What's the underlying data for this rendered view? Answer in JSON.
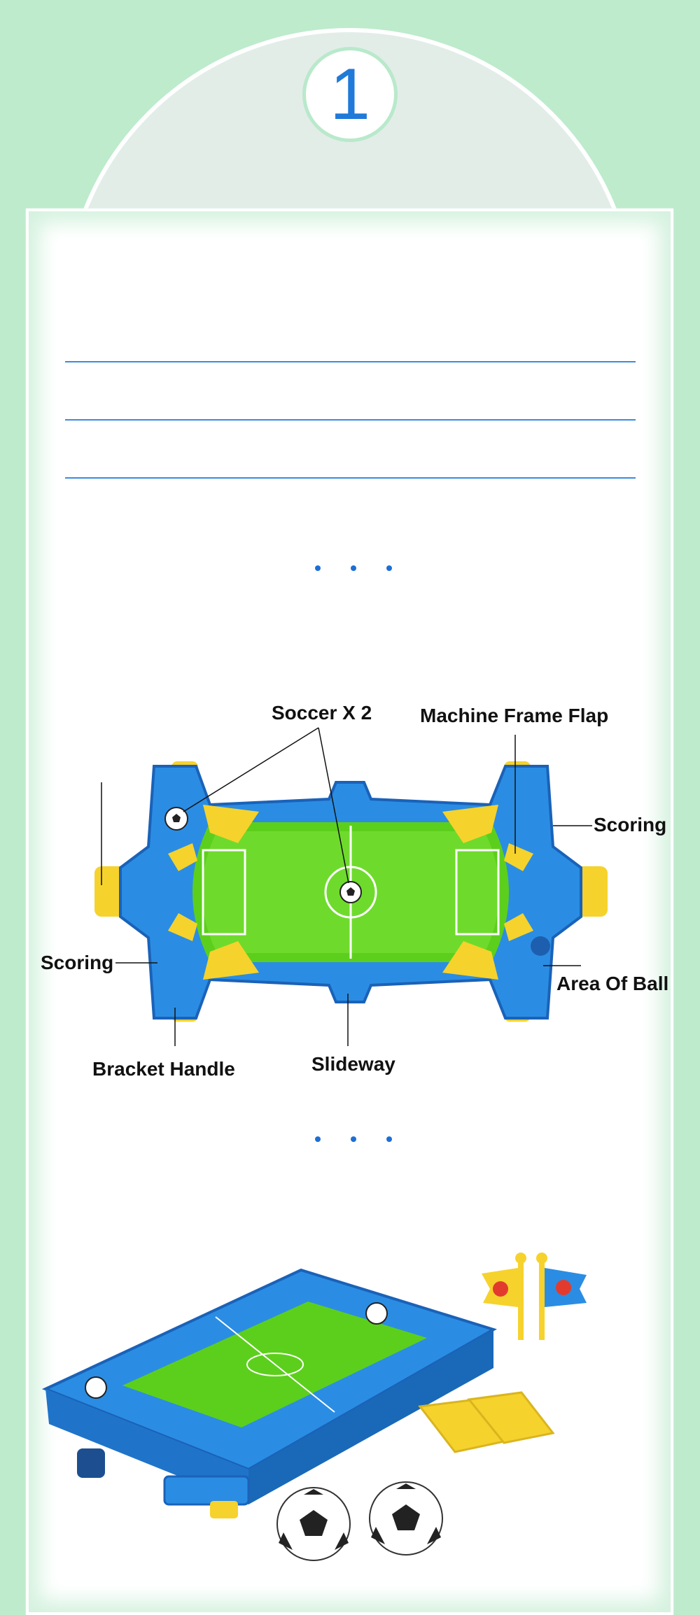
{
  "step_number": "1",
  "labels": {
    "soccer": "Soccer X 2",
    "machine_frame_flap": "Machine Frame Flap",
    "scoring_right": "Scoring",
    "scoring_left": "Scoring",
    "area_of_ball": "Area Of Ball",
    "bracket_handle": "Bracket Handle",
    "slideway": "Slideway"
  },
  "colors": {
    "background": "#bdebcc",
    "accent_blue": "#1f7ad9",
    "toy_blue": "#2a8de3",
    "field_green": "#5ccf1c",
    "toy_yellow": "#f6d22c"
  }
}
